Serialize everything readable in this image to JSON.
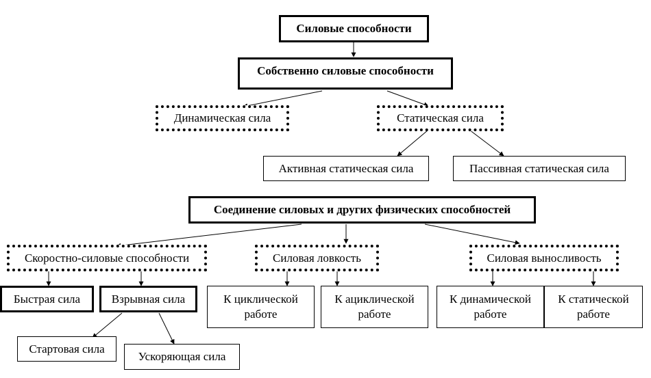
{
  "diagram": {
    "root": "Силовые способности",
    "own": "Собственно силовые способности",
    "dynamic": "Динамическая сила",
    "static": "Статическая сила",
    "active_static": "Активная статическая сила",
    "passive_static": "Пассивная статическая сила",
    "combination": "Соединение силовых и других физических способностей",
    "speed_strength": "Скоростно-силовые способности",
    "strength_agility": "Силовая ловкость",
    "strength_endurance": "Силовая выносливость",
    "fast_strength": "Быстрая сила",
    "explosive": "Взрывная сила",
    "starting": "Стартовая сила",
    "accelerating": "Ускоряющая сила",
    "cyclic": "К циклической работе",
    "acyclic": "К ациклической работе",
    "dynamic_work": "К динамической работе",
    "static_work": "К статической работе"
  }
}
